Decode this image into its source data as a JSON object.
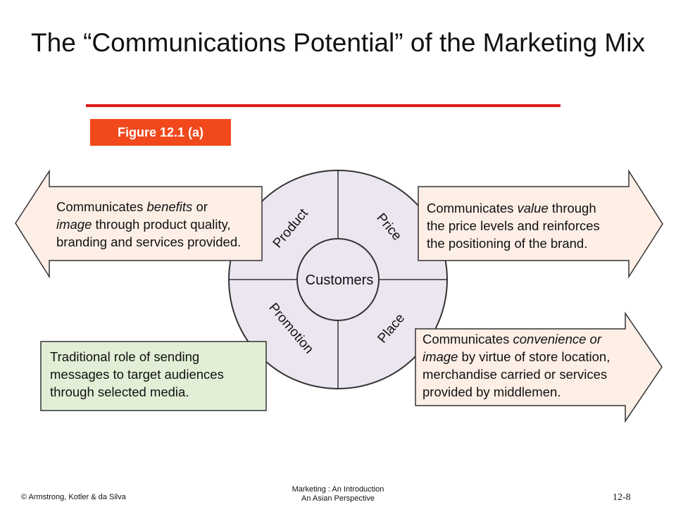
{
  "slide": {
    "title": "The “Communications Potential” of the Marketing Mix",
    "figure_label": "Figure 12.1 (a)"
  },
  "diagram": {
    "center": "Customers",
    "quadrants": [
      "Product",
      "Price",
      "Promotion",
      "Place"
    ],
    "product_box": {
      "lines": [
        [
          {
            "t": "Communicates "
          },
          {
            "t": "benefits",
            "i": true
          },
          {
            "t": " or"
          }
        ],
        [
          {
            "t": "image",
            "i": true
          },
          {
            "t": " through product quality,"
          }
        ],
        [
          {
            "t": "branding and services provided."
          }
        ]
      ]
    },
    "price_box": {
      "lines": [
        [
          {
            "t": "Communicates "
          },
          {
            "t": "value",
            "i": true
          },
          {
            "t": " through"
          }
        ],
        [
          {
            "t": "the price levels and reinforces"
          }
        ],
        [
          {
            "t": "the positioning of the brand."
          }
        ]
      ]
    },
    "promotion_box": {
      "lines": [
        [
          {
            "t": "Traditional role of sending"
          }
        ],
        [
          {
            "t": "messages to target audiences"
          }
        ],
        [
          {
            "t": "through selected media."
          }
        ]
      ]
    },
    "place_box": {
      "lines": [
        [
          {
            "t": "Communicates "
          },
          {
            "t": "convenience or",
            "i": true
          }
        ],
        [
          {
            "t": "image",
            "i": true
          },
          {
            "t": " by virtue of store location,"
          }
        ],
        [
          {
            "t": "merchandise carried or services"
          }
        ],
        [
          {
            "t": "provided by middlemen."
          }
        ]
      ]
    },
    "colors": {
      "circle_fill": "#ebe6f0",
      "arrow_fill": "#fdeee6",
      "promo_fill": "#e2efd6",
      "stroke": "#333333"
    }
  },
  "footer": {
    "left": "© Armstrong, Kotler & da Silva",
    "center_line1": "Marketing : An Introduction",
    "center_line2": "An Asian Perspective",
    "right": "12-8"
  }
}
